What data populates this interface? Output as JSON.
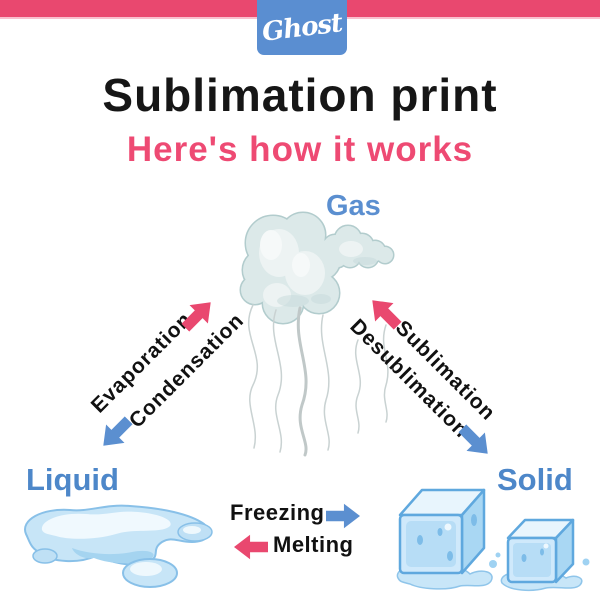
{
  "header": {
    "top_bar_color": "#e9486f",
    "logo": {
      "text": "Ghost",
      "bg_color": "#5a8ed1",
      "text_color": "#ffffff"
    },
    "title": {
      "text": "Sublimation print",
      "color": "#161616"
    },
    "subtitle": {
      "text": "Here's how it works",
      "color": "#ee4a73"
    }
  },
  "diagram": {
    "states": {
      "gas": {
        "label": "Gas",
        "color": "#5b8fd0",
        "illustration": "cloud-with-vapor"
      },
      "liquid": {
        "label": "Liquid",
        "color": "#4d87c9",
        "illustration": "water-puddle"
      },
      "solid": {
        "label": "Solid",
        "color": "#4d87c9",
        "illustration": "melting-ice-cubes"
      }
    },
    "transitions": {
      "evaporation": {
        "label": "Evaporation",
        "from": "liquid",
        "to": "gas",
        "arrow_color": "#e9486f",
        "arrow_direction": "up-right"
      },
      "condensation": {
        "label": "Condensation",
        "from": "gas",
        "to": "liquid",
        "arrow_color": "#5b8fd0",
        "arrow_direction": "down-left"
      },
      "sublimation": {
        "label": "Sublimation",
        "from": "solid",
        "to": "gas",
        "arrow_color": "#e9486f",
        "arrow_direction": "up-left"
      },
      "desublimation": {
        "label": "Desublimation",
        "from": "gas",
        "to": "solid",
        "arrow_color": "#5b8fd0",
        "arrow_direction": "down-right"
      },
      "freezing": {
        "label": "Freezing",
        "from": "liquid",
        "to": "solid",
        "arrow_color": "#5b8fd0",
        "arrow_direction": "right"
      },
      "melting": {
        "label": "Melting",
        "from": "solid",
        "to": "liquid",
        "arrow_color": "#e9486f",
        "arrow_direction": "left"
      }
    },
    "transition_label_color": "#111111"
  }
}
